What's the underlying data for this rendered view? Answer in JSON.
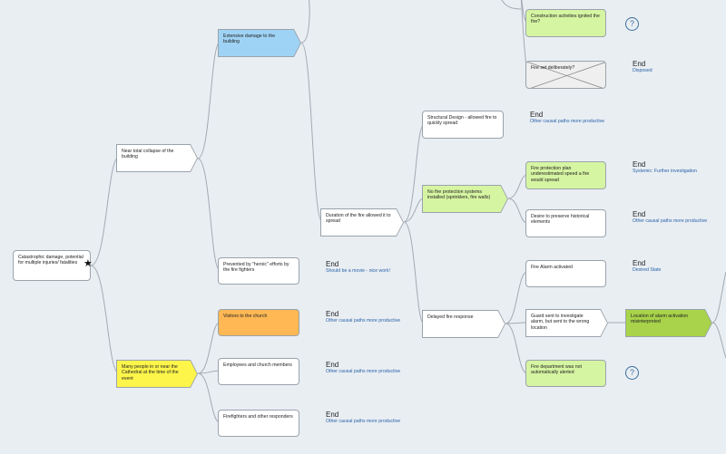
{
  "colors": {
    "line": "#a2aab2",
    "node_border": "#9aa3ab",
    "blue_fill": "#9fd3f5",
    "green_fill": "#d6f5a2",
    "orange_fill": "#ffb854",
    "yellow_fill": "#fef54a",
    "dark_green_fill": "#a8d34a",
    "link_text": "#2a63a8"
  },
  "icons": {
    "question": "?",
    "star": "★"
  },
  "nodes": {
    "root": "Catastrophic damage, potential for multiple injuries/ fatalities",
    "collapse": "Near total collapse of the building",
    "damage": "Extensive damage to the building",
    "prevented": "Prevented by \"heroic\" efforts by the fire fighters",
    "people": "Many people in or near the Cathedral at the time of the event",
    "visitors": "Visitors to the church",
    "employees": "Employees and church members",
    "firefighters": "Firefighters and other responders",
    "duration": "Duration of the fire allowed it to spread",
    "structural": "Structural Design - allowed fire to quickly spread",
    "no_protection": "No fire protection systems installed (sprinklers, fire walls)",
    "fp_plan": "Fire protection plan underestimated speed a fire would spread",
    "desire": "Desire to preserve historical elements",
    "delayed": "Delayed fire response",
    "alarm": "Fire Alarm activated",
    "guard": "Guard sent to investigate alarm, but sent to the wrong location",
    "dept": "Fire department was not automatically alerted",
    "location": "Location of alarm activation misinterpreted",
    "construction": "Construction activities ignited the fire?",
    "deliberate": "Fire set deliberately?"
  },
  "ends": {
    "title": "End",
    "disposed": "Disposed",
    "movie": "Should be a movie - nice work!",
    "other_paths": "Other causal paths more productive",
    "systemic": "Systemic: Further investigation",
    "desired": "Desired State"
  }
}
